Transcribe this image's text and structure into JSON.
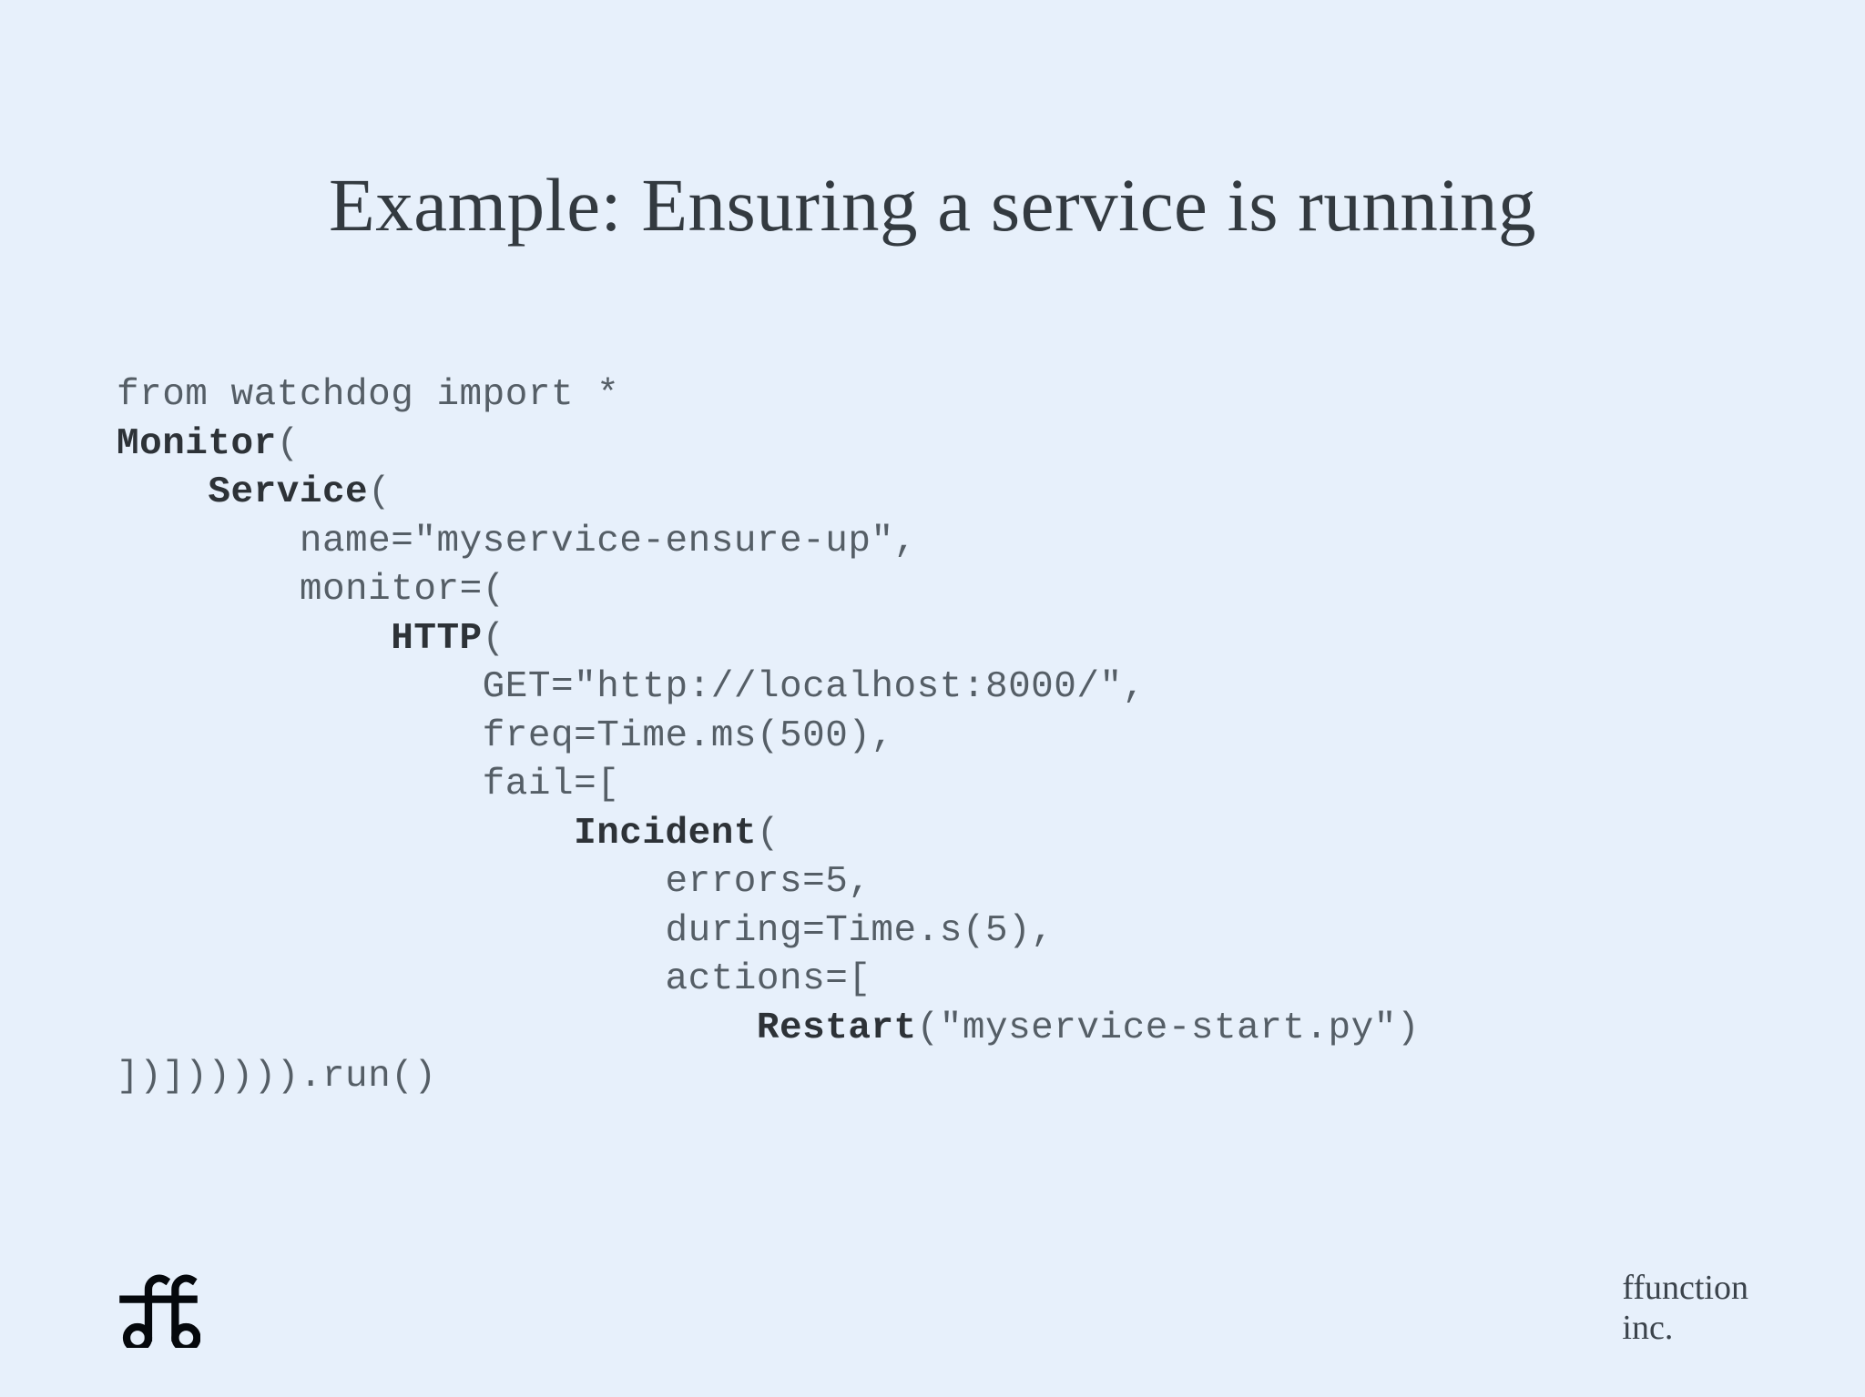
{
  "slide": {
    "background_color": "#e7f0fb",
    "title": "Example: Ensuring a service is running",
    "title_color": "#333a40"
  },
  "code": {
    "language": "python",
    "text_color": "#555e66",
    "keyword_color": "#2d3237",
    "lines": [
      {
        "indent": 0,
        "segments": [
          {
            "text": "from watchdog import *",
            "bold": false
          }
        ]
      },
      {
        "indent": 0,
        "segments": [
          {
            "text": "Monitor",
            "bold": true
          },
          {
            "text": "(",
            "bold": false
          }
        ]
      },
      {
        "indent": 1,
        "segments": [
          {
            "text": "Service",
            "bold": true
          },
          {
            "text": "(",
            "bold": false
          }
        ]
      },
      {
        "indent": 2,
        "segments": [
          {
            "text": "name=\"myservice-ensure-up\",",
            "bold": false
          }
        ]
      },
      {
        "indent": 2,
        "segments": [
          {
            "text": "monitor=(",
            "bold": false
          }
        ]
      },
      {
        "indent": 3,
        "segments": [
          {
            "text": "HTTP",
            "bold": true
          },
          {
            "text": "(",
            "bold": false
          }
        ]
      },
      {
        "indent": 4,
        "segments": [
          {
            "text": "GET=\"http://localhost:8000/\",",
            "bold": false
          }
        ]
      },
      {
        "indent": 4,
        "segments": [
          {
            "text": "freq=Time.ms(500),",
            "bold": false
          }
        ]
      },
      {
        "indent": 4,
        "segments": [
          {
            "text": "fail=[",
            "bold": false
          }
        ]
      },
      {
        "indent": 5,
        "segments": [
          {
            "text": "Incident",
            "bold": true
          },
          {
            "text": "(",
            "bold": false
          }
        ]
      },
      {
        "indent": 6,
        "segments": [
          {
            "text": "errors=5,",
            "bold": false
          }
        ]
      },
      {
        "indent": 6,
        "segments": [
          {
            "text": "during=Time.s(5),",
            "bold": false
          }
        ]
      },
      {
        "indent": 6,
        "segments": [
          {
            "text": "actions=[",
            "bold": false
          }
        ]
      },
      {
        "indent": 7,
        "segments": [
          {
            "text": "Restart",
            "bold": true
          },
          {
            "text": "(\"myservice-start.py\")",
            "bold": false
          }
        ]
      },
      {
        "indent": 0,
        "segments": [
          {
            "text": "])]))))).run()",
            "bold": false
          }
        ]
      }
    ]
  },
  "footer": {
    "logo_icon": "ff-monogram-icon",
    "company_line1": "ffunction",
    "company_line2": "inc."
  }
}
